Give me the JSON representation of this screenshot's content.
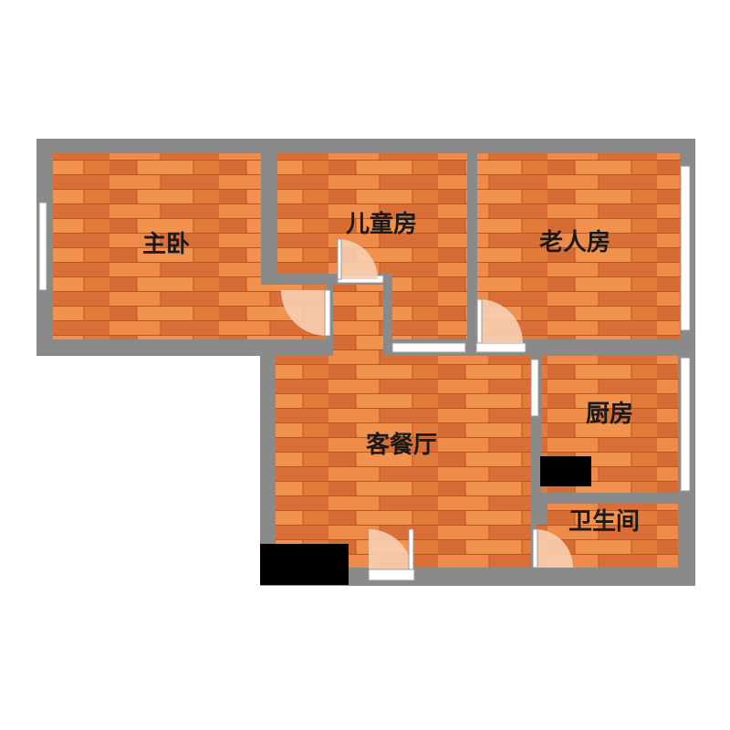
{
  "rooms": {
    "master_bedroom": "主卧",
    "kids_room": "儿童房",
    "elderly_room": "老人房",
    "living_dining": "客餐厅",
    "kitchen": "厨房",
    "bathroom": "卫生间"
  },
  "colors": {
    "wall": "#8a8a8a",
    "floor_base": "#e0783a",
    "floor_light": "#f08d4c",
    "floor_dark": "#cc6430",
    "window": "#ffffff",
    "door_swing": "#f7cfb1",
    "fixture": "#000000",
    "label": "#1a1a1a"
  }
}
